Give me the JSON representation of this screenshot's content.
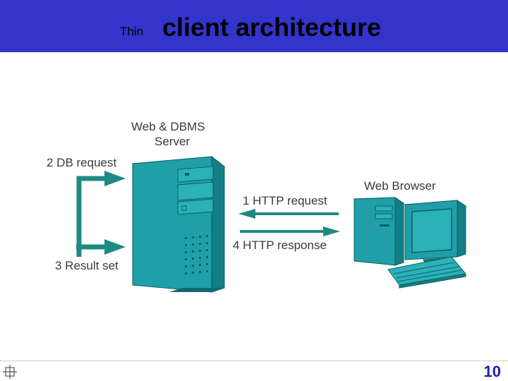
{
  "slide": {
    "title_prefix": "Thin",
    "title_main": "client architecture",
    "page_number": "10"
  },
  "diagram": {
    "server_label_line1": "Web & DBMS",
    "server_label_line2": "Server",
    "db_request": "2 DB request",
    "result_set": "3 Result set",
    "http_request": "1 HTTP request",
    "http_response": "4 HTTP response",
    "browser_label": "Web Browser"
  },
  "colors": {
    "title_bar": "#3334cc",
    "teal_front": "#1fa0a8",
    "teal_side": "#137e85",
    "teal_top": "#6cc9cd",
    "arrow": "#1f8a83",
    "page_number": "#1d1db8"
  }
}
